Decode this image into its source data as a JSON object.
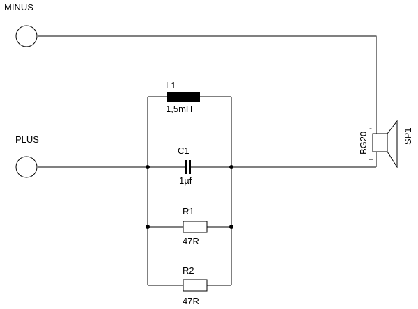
{
  "terminals": {
    "minus": "MINUS",
    "plus": "PLUS"
  },
  "inductor": {
    "ref": "L1",
    "value": "1,5mH"
  },
  "capacitor": {
    "ref": "C1",
    "value": "1µf"
  },
  "resistor1": {
    "ref": "R1",
    "value": "47R"
  },
  "resistor2": {
    "ref": "R2",
    "value": "47R"
  },
  "speaker": {
    "ref": "SP1",
    "type": "BG20",
    "minus_mark": "-",
    "plus_mark": "+"
  }
}
